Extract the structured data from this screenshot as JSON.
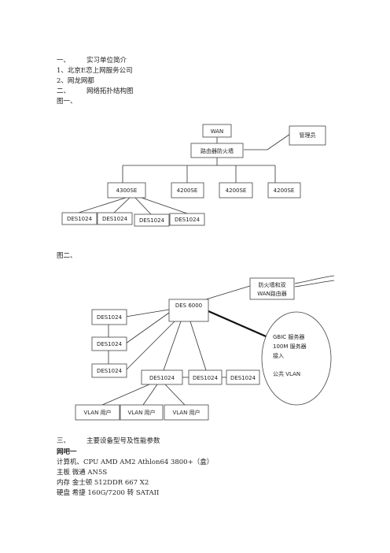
{
  "text": {
    "s1_num": "一、",
    "s1_title": "实习单位简介",
    "item1": "1、北京E恋上网服务公司",
    "item2": "2、网龙网都",
    "s2_num": "二、",
    "s2_title": "网络拓扑结构图",
    "fig1": "图一、",
    "fig2": "图二、",
    "s3_num": "三、",
    "s3_title": "主要设备型号及性能参数",
    "cafe": "网吧一",
    "spec1": "计算机、CPU AMD AM2 Athlon64 3800+（盒）",
    "spec2": "主板  微通 AN5S",
    "spec3": "内存  金士顿 512DDR 667 X2",
    "spec4": "硬盘  希捷 160G/7200 转  SATAII"
  },
  "diagram1": {
    "wan": "WAN",
    "router": "路由器防火墙",
    "admin": "管理员",
    "core1": "4300SE",
    "core2": "4200SE",
    "core3": "4200SE",
    "core4": "4200SE",
    "acc1": "DES1024",
    "acc2": "DES1024",
    "acc3": "DES1024",
    "acc4": "DES1024"
  },
  "diagram2": {
    "fw_line1": "防火墙和双",
    "fw_line2": "WAN路由器",
    "core": "DES 6000",
    "left1": "DES1024",
    "left2": "DES1024",
    "left3": "DES1024",
    "row1": "DES1024",
    "row2": "DES1024",
    "row3": "DES1024",
    "vlan_user1": "VLAN 用户",
    "vlan_user2": "VLAN 用户",
    "vlan_user3": "VLAN 用户",
    "gbic1": "GBIC 服务器",
    "gbic2": "100M 服务器",
    "gbic3": "接入",
    "gbic4": "公共 VLAN"
  }
}
